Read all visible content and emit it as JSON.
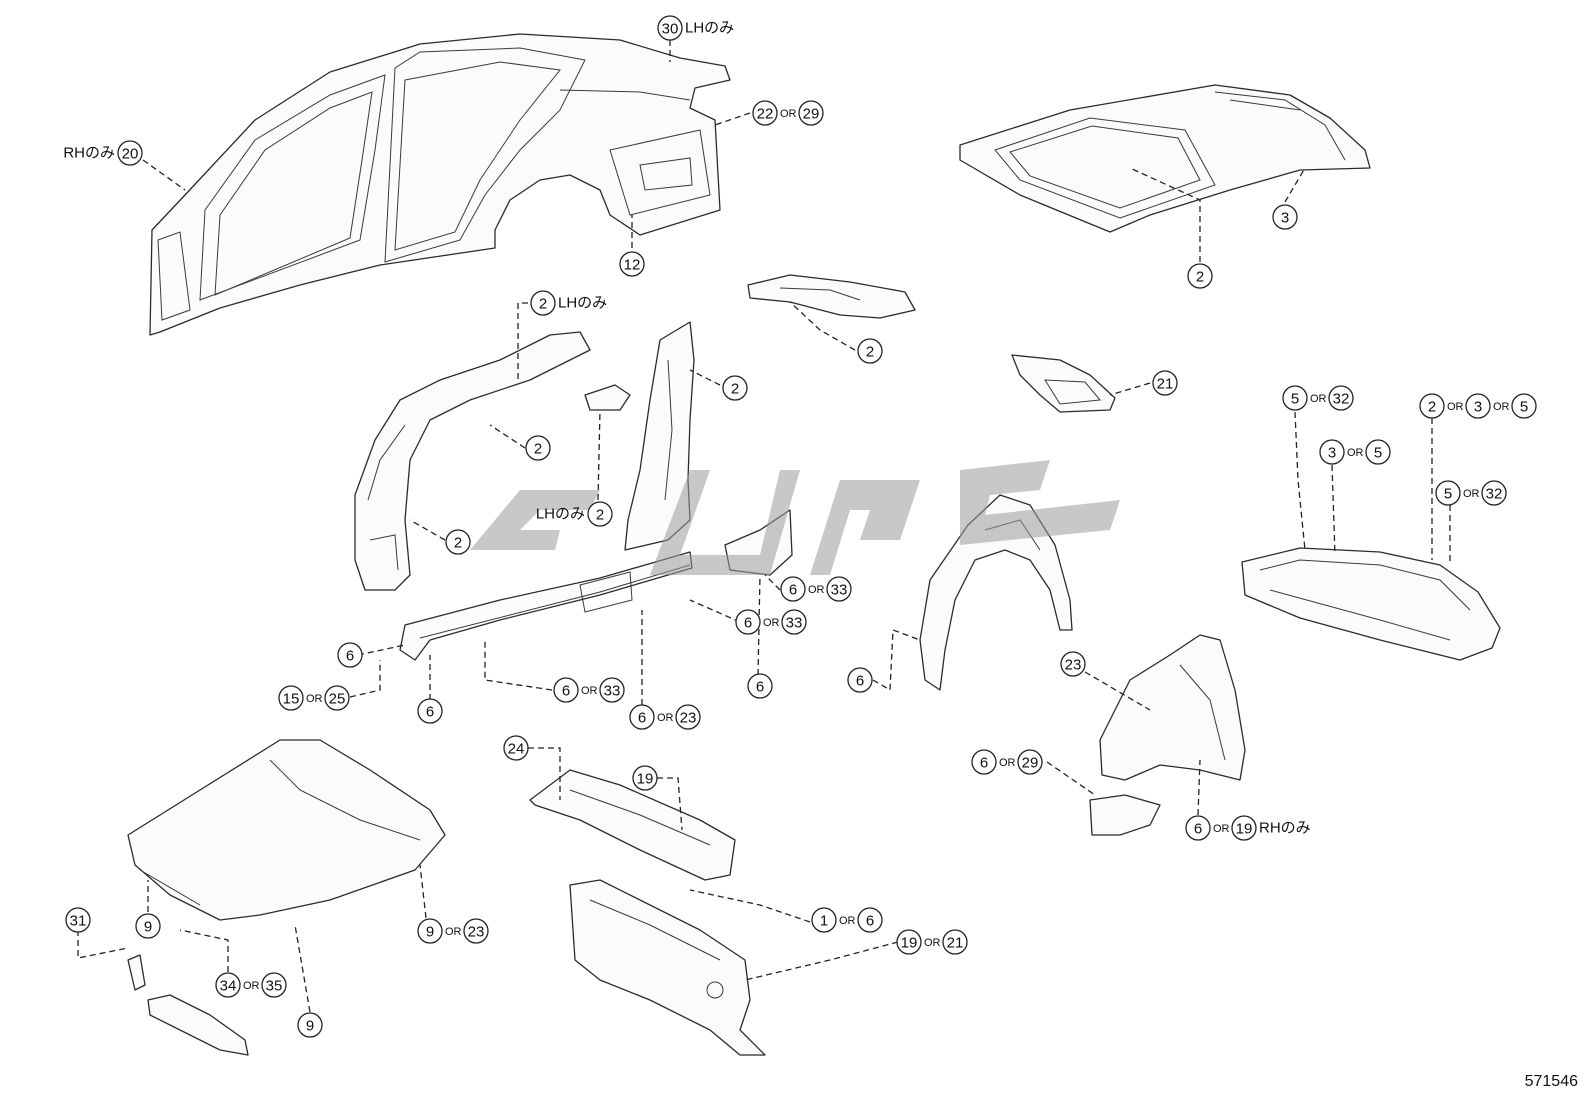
{
  "diagram_code": "571546",
  "or_label": "OR",
  "callouts": [
    {
      "id": "c-30",
      "parts": [
        "30"
      ],
      "suffix": "LHのみ"
    },
    {
      "id": "c-22-29",
      "parts": [
        "22",
        "29"
      ]
    },
    {
      "id": "c-20",
      "parts": [
        "20"
      ],
      "prefix": "RHのみ"
    },
    {
      "id": "c-12",
      "parts": [
        "12"
      ]
    },
    {
      "id": "c-3-roof",
      "parts": [
        "3"
      ]
    },
    {
      "id": "c-2-roof",
      "parts": [
        "2"
      ]
    },
    {
      "id": "c-2-lh-top",
      "parts": [
        "2"
      ],
      "suffix": "LHのみ"
    },
    {
      "id": "c-2-cowl-top",
      "parts": [
        "2"
      ]
    },
    {
      "id": "c-2-bpillar",
      "parts": [
        "2"
      ]
    },
    {
      "id": "c-2-apillar-mid",
      "parts": [
        "2"
      ]
    },
    {
      "id": "c-2-lh-mid",
      "parts": [
        "2"
      ],
      "prefix": "LHのみ"
    },
    {
      "id": "c-2-apillar-low",
      "parts": [
        "2"
      ]
    },
    {
      "id": "c-21-lamp",
      "parts": [
        "21"
      ]
    },
    {
      "id": "c-5-32-a",
      "parts": [
        "5",
        "32"
      ]
    },
    {
      "id": "c-2-3-5",
      "parts": [
        "2",
        "3",
        "5"
      ]
    },
    {
      "id": "c-3-5",
      "parts": [
        "3",
        "5"
      ]
    },
    {
      "id": "c-5-32-b",
      "parts": [
        "5",
        "32"
      ]
    },
    {
      "id": "c-6-33-a",
      "parts": [
        "6",
        "33"
      ]
    },
    {
      "id": "c-6-33-b",
      "parts": [
        "6",
        "33"
      ]
    },
    {
      "id": "c-6-left",
      "parts": [
        "6"
      ]
    },
    {
      "id": "c-15-25",
      "parts": [
        "15",
        "25"
      ]
    },
    {
      "id": "c-6-sill",
      "parts": [
        "6"
      ]
    },
    {
      "id": "c-6-33-c",
      "parts": [
        "6",
        "33"
      ]
    },
    {
      "id": "c-6-23",
      "parts": [
        "6",
        "23"
      ]
    },
    {
      "id": "c-6-rail",
      "parts": [
        "6"
      ]
    },
    {
      "id": "c-6-wheel",
      "parts": [
        "6"
      ]
    },
    {
      "id": "c-23-apron",
      "parts": [
        "23"
      ]
    },
    {
      "id": "c-6-29",
      "parts": [
        "6",
        "29"
      ]
    },
    {
      "id": "c-6-19",
      "parts": [
        "6",
        "19"
      ],
      "suffix": "RHのみ"
    },
    {
      "id": "c-24",
      "parts": [
        "24"
      ]
    },
    {
      "id": "c-19-cowl",
      "parts": [
        "19"
      ]
    },
    {
      "id": "c-9-a",
      "parts": [
        "9"
      ]
    },
    {
      "id": "c-31",
      "parts": [
        "31"
      ]
    },
    {
      "id": "c-9-23",
      "parts": [
        "9",
        "23"
      ]
    },
    {
      "id": "c-34-35",
      "parts": [
        "34",
        "35"
      ]
    },
    {
      "id": "c-9-b",
      "parts": [
        "9"
      ]
    },
    {
      "id": "c-1-6",
      "parts": [
        "1",
        "6"
      ]
    },
    {
      "id": "c-19-21",
      "parts": [
        "19",
        "21"
      ]
    }
  ]
}
